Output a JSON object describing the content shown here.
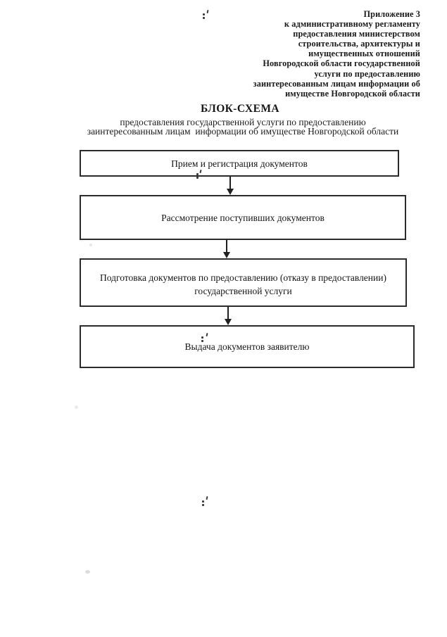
{
  "document": {
    "appendix_lines": [
      "Приложение 3",
      "к административному регламенту",
      "предоставления министерством",
      "строительства, архитектуры и",
      "имущественных отношений",
      "Новгородской области государственной",
      "услуги по предоставлению",
      "заинтересованным лицам информации об",
      "имуществе Новгородской области"
    ],
    "title": "БЛОК-СХЕМА",
    "subtitle_lines": [
      "предоставления государственной услуги по предоставлению",
      "заинтересованным лицам  информации об имуществе Новгородской области"
    ]
  },
  "flowchart": {
    "connector": "arrow-down",
    "steps": [
      {
        "id": "step-1",
        "lines": [
          "Прием и регистрация документов"
        ]
      },
      {
        "id": "step-2",
        "lines": [
          "Рассмотрение поступивших документов"
        ]
      },
      {
        "id": "step-3",
        "lines": [
          "Подготовка документов по предоставлению (отказу в предоставлении)",
          "государственной услуги"
        ]
      },
      {
        "id": "step-4",
        "lines": [
          "Выдача документов заявителю"
        ]
      }
    ]
  },
  "colors": {
    "ink": "#1d1d1d",
    "box_border": "#2b2b2b",
    "page_background": "#ffffff"
  }
}
